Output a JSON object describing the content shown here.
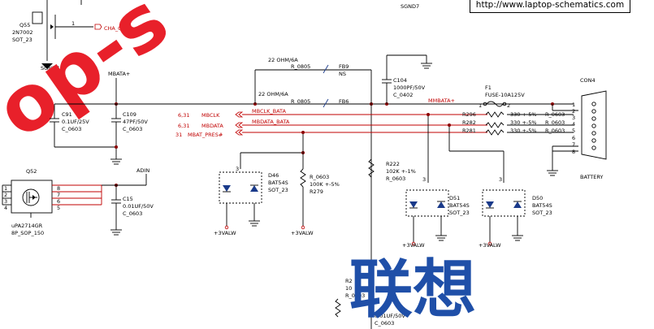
{
  "header": {
    "url": "http://www.laptop-schematics.com",
    "sgnd7_top": "SGND7"
  },
  "watermark": {
    "text": "op-s",
    "cn_text": "联想"
  },
  "q55": {
    "ref": "Q55",
    "part": "2N7002",
    "pkg": "SOT_23",
    "pin": "1",
    "net": "CHA_OFF",
    "page": "31",
    "gnd": "SGND7"
  },
  "mbata": {
    "label": "MBATA+"
  },
  "c91": {
    "ref": "C91",
    "val": "0.1UF/25V",
    "pkg": "C_0603"
  },
  "c109": {
    "ref": "C109",
    "val": "47PF/50V",
    "pkg": "C_0603"
  },
  "q52": {
    "ref": "Q52",
    "part": "uPA2714GR",
    "pkg": "8P_SOP_150",
    "pins_left": [
      "1",
      "2",
      "3",
      "4"
    ],
    "pins_right": [
      "8",
      "7",
      "6",
      "5"
    ]
  },
  "adin": {
    "label": "ADIN"
  },
  "c15": {
    "ref": "C15",
    "val": "0.01UF/50V",
    "pkg": "C_0603"
  },
  "fb9": {
    "val": "22 OHM/6A",
    "pkg": "R_0805",
    "ref": "FB9",
    "ns": "NS"
  },
  "fb6": {
    "val": "22 OHM/6A",
    "pkg": "R_0805",
    "ref": "FB6"
  },
  "c104": {
    "ref": "C104",
    "val": "1000PF/50V",
    "pkg": "C_0402"
  },
  "f1": {
    "ref": "F1",
    "val": "FUSE-10A125V",
    "pin1": "1",
    "pin2": "2"
  },
  "mmbata": {
    "label": "MMBATA+"
  },
  "nets": {
    "mbclk": {
      "page": "6,31",
      "name": "MBCLK",
      "sub": "MBCLK_BATA"
    },
    "mbdata": {
      "page": "6,31",
      "name": "MBDATA",
      "sub": "MBDATA_BATA"
    },
    "mbat": {
      "page": "31",
      "name": "MBAT_PRES#"
    }
  },
  "resistors": [
    {
      "ref": "R296",
      "val": "330 +-5%",
      "pkg": "R_0603"
    },
    {
      "ref": "R282",
      "val": "330 +-5%",
      "pkg": "R_0603"
    },
    {
      "ref": "R281",
      "val": "330 +-5%",
      "pkg": "R_0603"
    }
  ],
  "con4": {
    "ref": "CON4",
    "name": "BATTERY",
    "pins": [
      "1",
      "2",
      "3",
      "4",
      "5",
      "6",
      "7",
      "8"
    ]
  },
  "d46": {
    "ref": "D46",
    "part": "BAT54S",
    "pkg": "SOT_23",
    "pin": "3",
    "rail": "+3VALW"
  },
  "r279": {
    "pkg": "R_0603",
    "val": "100K +-5%",
    "ref": "R279",
    "rail": "+3VALW"
  },
  "r222": {
    "ref": "R222",
    "val": "102K +-1%",
    "pkg": "R_0603"
  },
  "d51": {
    "ref": "D51",
    "part": "BAT54S",
    "pkg": "SOT_23",
    "pin": "3",
    "rail": "+3VALW"
  },
  "d50": {
    "ref": "D50",
    "part": "BAT54S",
    "pkg": "SOT_23",
    "pin": "3",
    "rail": "+3VALW"
  },
  "bottom": {
    "r2": "R2",
    "r2val": "10",
    "r2pkg": "R_0603",
    "cval": "0.01UF/50V",
    "cpkg": "C_0603",
    "net": "V"
  }
}
